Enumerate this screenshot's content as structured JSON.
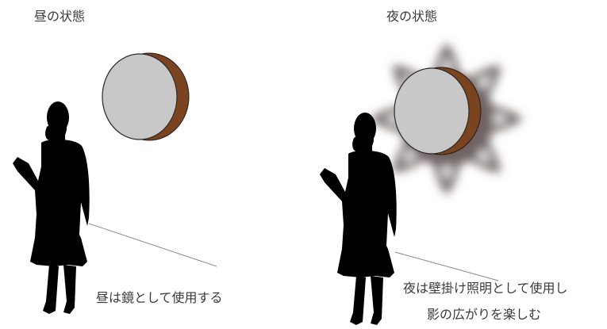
{
  "day": {
    "title": "昼の状態",
    "caption": "昼は鏡として使用する"
  },
  "night": {
    "title": "夜の状態",
    "caption_line1": "夜は壁掛け照明として使用し",
    "caption_line2": "影の広がりを楽しむ"
  },
  "colors": {
    "mirror_face": "#c8c8c8",
    "mirror_frame": "#7a4420",
    "silhouette": "#000000",
    "shadow": "#6f6464",
    "leader_line": "#8a8a8a"
  }
}
